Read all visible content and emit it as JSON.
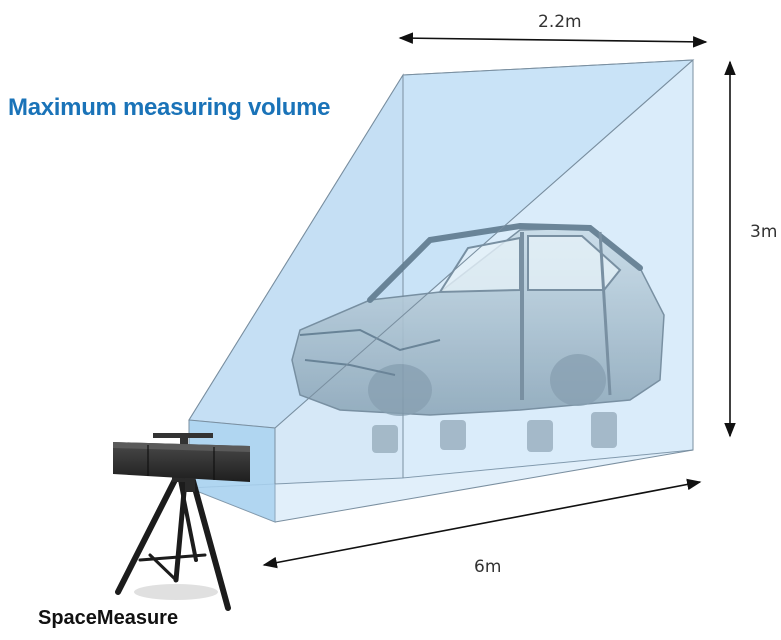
{
  "title": "Maximum measuring volume",
  "dimensions": {
    "width_label": "2.2m",
    "height_label": "3m",
    "depth_label": "6m"
  },
  "product_name": "SpaceMeasure",
  "colors": {
    "title": "#1a73b8",
    "volume_fill": "#a9d2f0",
    "volume_fill_light": "#cde6f8",
    "volume_edge": "#7a8fa0",
    "arrow": "#111111",
    "scanner_body": "#2b2b2b",
    "tripod": "#1c1c1c"
  },
  "icons": {
    "scanner": "3d-scanner-icon",
    "car_body": "car-body-in-white-icon"
  }
}
